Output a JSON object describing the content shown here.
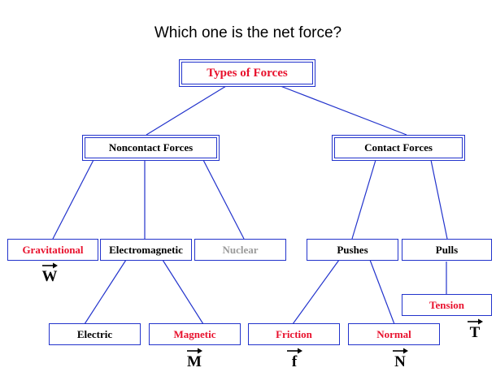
{
  "question": "Which one is the net force?",
  "nodes": {
    "types_of_forces": "Types of Forces",
    "noncontact_forces": "Noncontact  Forces",
    "contact_forces": "Contact  Forces",
    "gravitational": "Gravitational",
    "electromagnetic": "Electromagnetic",
    "nuclear": "Nuclear",
    "pushes": "Pushes",
    "pulls": "Pulls",
    "electric": "Electric",
    "magnetic": "Magnetic",
    "friction": "Friction",
    "normal": "Normal",
    "tension": "Tension"
  },
  "vectors": {
    "weight": "W",
    "magnetic": "M",
    "friction": "f",
    "normal": "N",
    "tension": "T"
  },
  "colors": {
    "line": "#2233cc",
    "highlight": "#e8112d",
    "muted": "#9a9a9a"
  }
}
